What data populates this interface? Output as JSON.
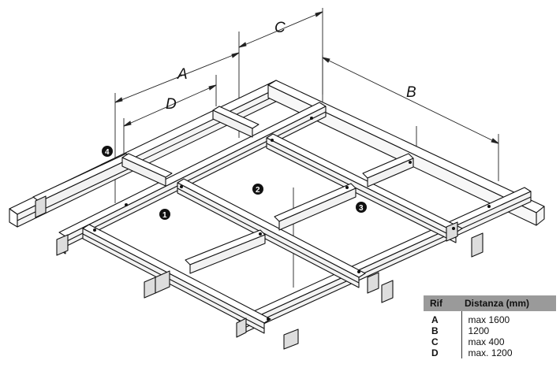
{
  "dimensions": {
    "a": "A",
    "b": "B",
    "c": "C",
    "d": "D"
  },
  "references": [
    "1",
    "2",
    "3",
    "4"
  ],
  "table": {
    "headers": [
      "Rif",
      "Distanza (mm)"
    ],
    "rows": [
      {
        "ref": "A",
        "value": "max 1600"
      },
      {
        "ref": "B",
        "value": "1200"
      },
      {
        "ref": "C",
        "value": "max 400"
      },
      {
        "ref": "D",
        "value": "max. 1200"
      }
    ]
  }
}
